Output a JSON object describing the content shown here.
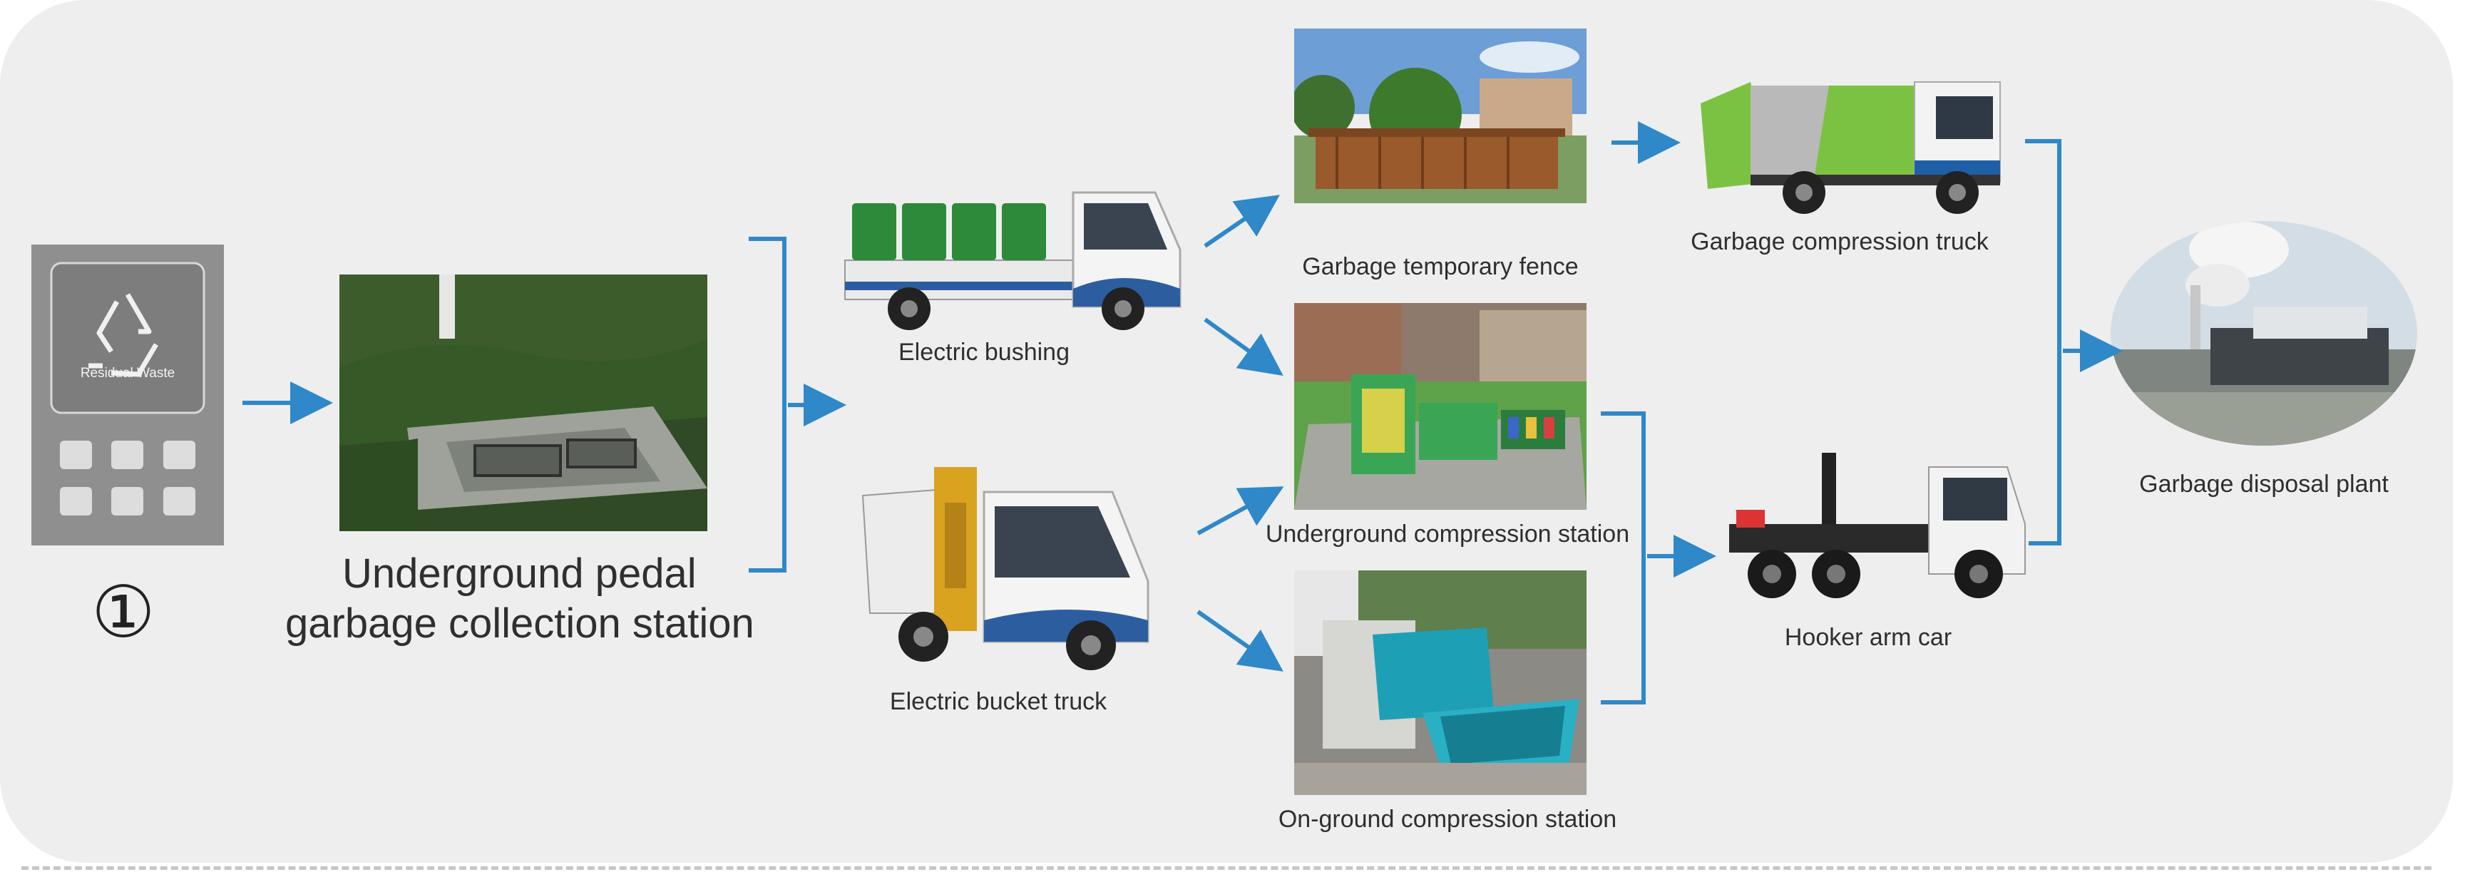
{
  "sign": {
    "title": "Residual Waste"
  },
  "stations": {
    "marker": "①",
    "underground_pedal_line1": "Underground pedal",
    "underground_pedal_line2": "garbage collection station",
    "electric_bushing": "Electric bushing",
    "electric_bucket_truck": "Electric bucket truck",
    "temporary_fence": "Garbage temporary fence",
    "underground_compression": "Underground compression station",
    "onground_compression": "On-ground compression station",
    "compression_truck": "Garbage compression truck",
    "hooker_arm_car": "Hooker arm car",
    "disposal_plant": "Garbage disposal plant"
  },
  "colors": {
    "panel": "#eeeeee",
    "arrow": "#2f88c8",
    "label": "#2f2f2f",
    "truck_green": "#7cc242",
    "truck_blue": "#1f5fa8",
    "station_green": "#3aa655",
    "hopper_teal": "#1d9fb6"
  }
}
